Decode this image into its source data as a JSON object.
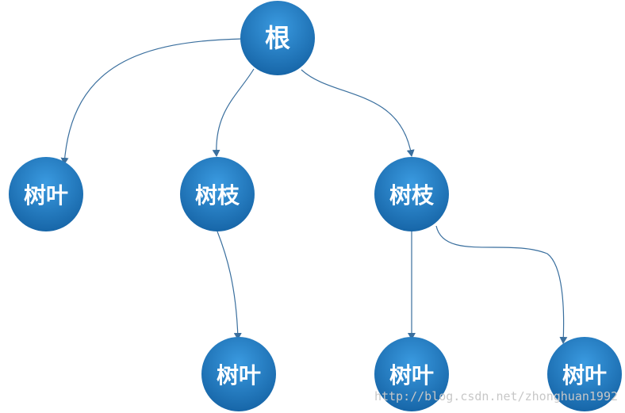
{
  "diagram": {
    "nodes": [
      {
        "id": "root",
        "label": "根"
      },
      {
        "id": "leaf-1",
        "label": "树叶"
      },
      {
        "id": "branch-1",
        "label": "树枝"
      },
      {
        "id": "branch-2",
        "label": "树枝"
      },
      {
        "id": "leaf-2",
        "label": "树叶"
      },
      {
        "id": "leaf-3",
        "label": "树叶"
      },
      {
        "id": "leaf-4",
        "label": "树叶"
      }
    ],
    "edges": [
      {
        "from": "root",
        "to": "leaf-1"
      },
      {
        "from": "root",
        "to": "branch-1"
      },
      {
        "from": "root",
        "to": "branch-2"
      },
      {
        "from": "branch-1",
        "to": "leaf-2"
      },
      {
        "from": "branch-2",
        "to": "leaf-3"
      },
      {
        "from": "branch-2",
        "to": "leaf-4"
      }
    ],
    "colors": {
      "node_light": "#3a9ae0",
      "node_dark": "#1766a8",
      "edge": "#3a6f9e",
      "label": "#ffffff"
    }
  },
  "watermark": "http://blog.csdn.net/zhonghuan1992"
}
